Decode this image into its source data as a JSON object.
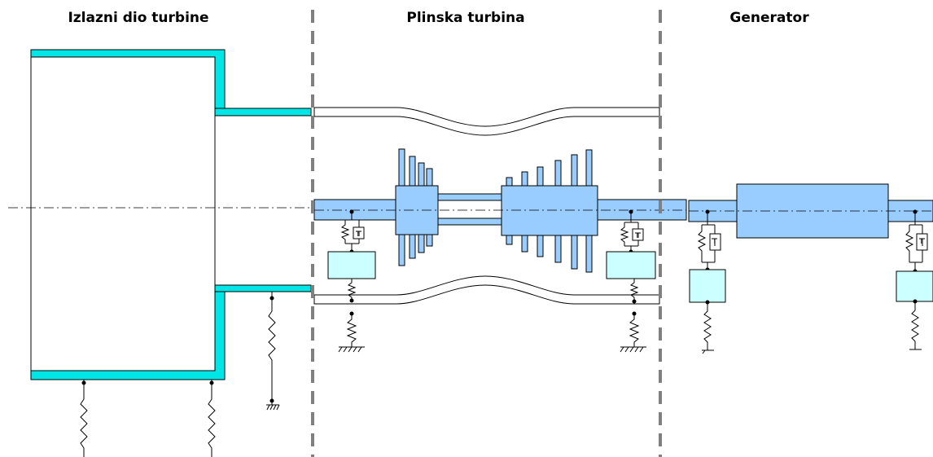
{
  "sections": [
    {
      "id": "exhaust",
      "title": "Izlazni dio turbine"
    },
    {
      "id": "gas-turbine",
      "title": "Plinska turbina"
    },
    {
      "id": "generator",
      "title": "Generator"
    }
  ],
  "damper_symbol": "T",
  "colors": {
    "casing_fill": "#00e5e5",
    "shaft_fill": "#99ccff",
    "pedestal_fill": "#ccffff",
    "line": "#000000",
    "divider": "#808080"
  }
}
